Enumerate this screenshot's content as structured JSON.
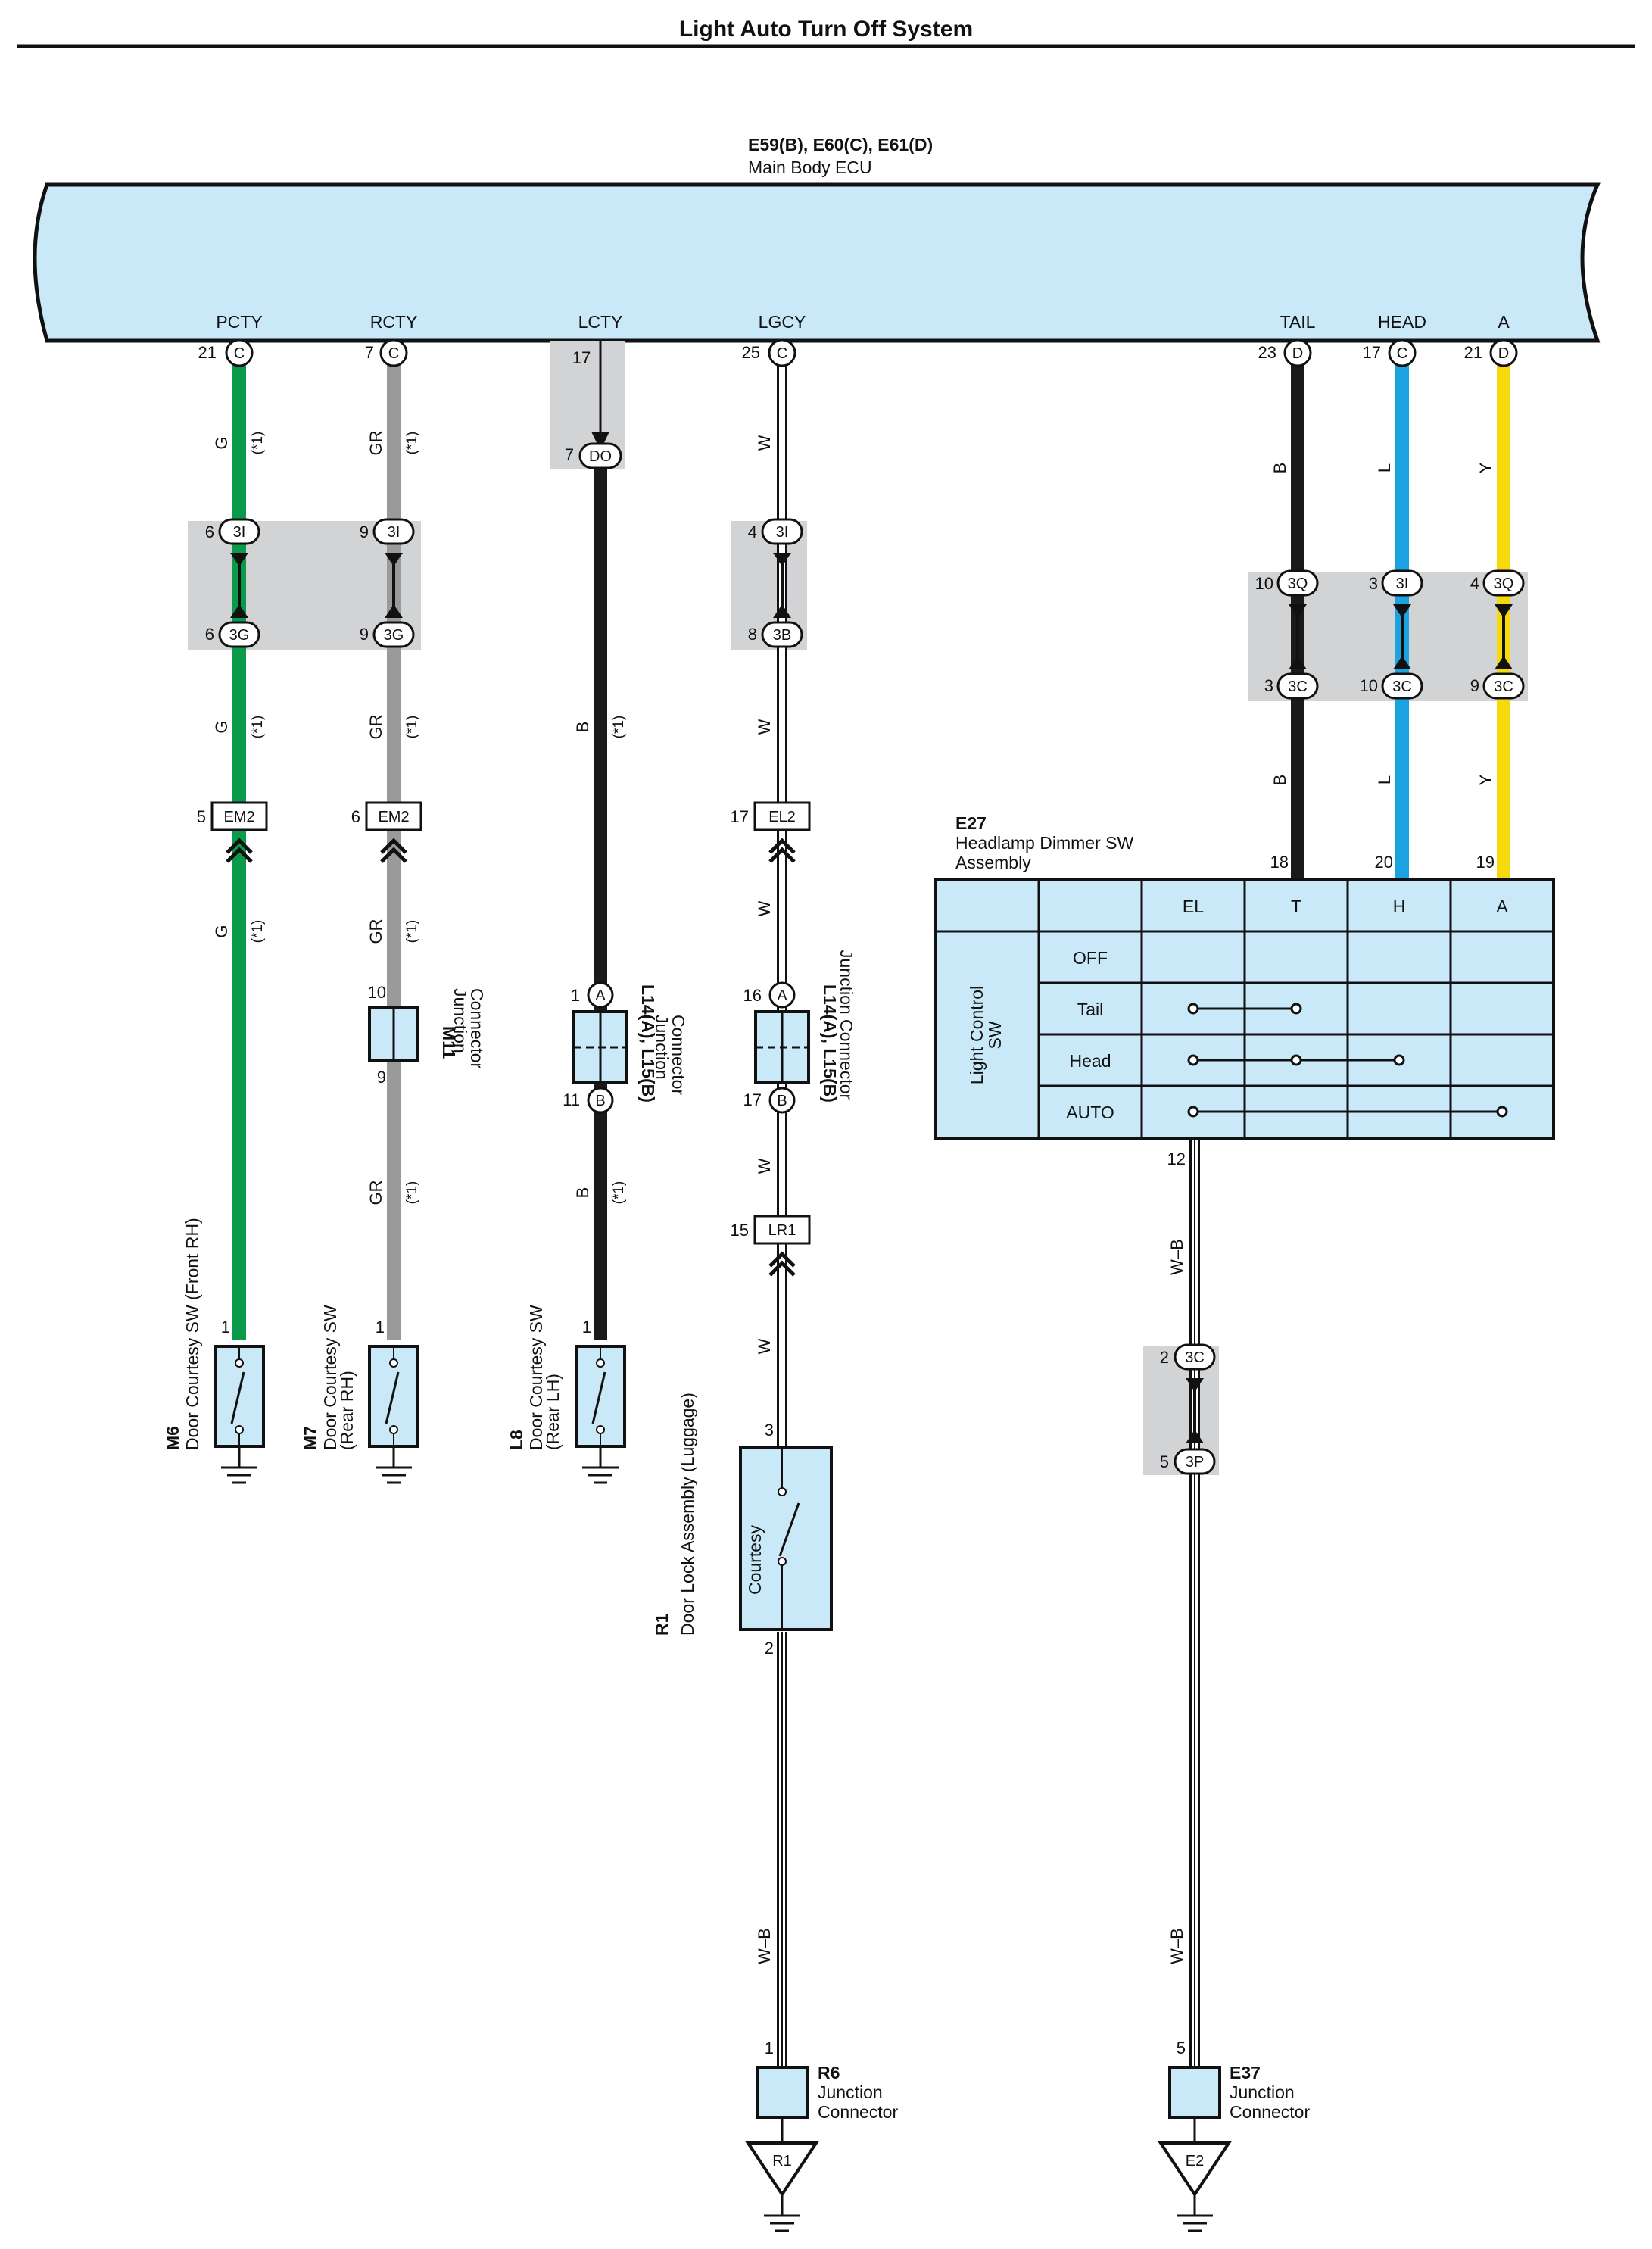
{
  "title": "Light Auto Turn Off System",
  "ecu": {
    "code": "E59(B), E60(C), E61(D)",
    "name": "Main Body ECU",
    "terminals": [
      {
        "name": "PCTY",
        "pin": "21",
        "conn": "C"
      },
      {
        "name": "RCTY",
        "pin": "7",
        "conn": "C"
      },
      {
        "name": "LCTY",
        "pin": "17",
        "conn": ""
      },
      {
        "name": "LGCY",
        "pin": "25",
        "conn": "C"
      },
      {
        "name": "TAIL",
        "pin": "23",
        "conn": "D"
      },
      {
        "name": "HEAD",
        "pin": "17",
        "conn": "C"
      },
      {
        "name": "A",
        "pin": "21",
        "conn": "D"
      }
    ]
  },
  "note": "(*1)",
  "colors": {
    "G": "#0a9a4a",
    "GR": "#9a9a9a",
    "B": "#1a1a1a",
    "W": "#ffffff",
    "L": "#1aa3e0",
    "Y": "#f5d90a",
    "fill": "#c9e8f8",
    "shade": "#d2d3d5"
  },
  "lcty_conn": {
    "pin": "7",
    "code": "DO"
  },
  "wire_colors": {
    "g": "G",
    "gr": "GR",
    "b": "B",
    "w": "W",
    "l": "L",
    "y": "Y",
    "wb": "W–B"
  },
  "jc1": {
    "p1": "6",
    "p2": "9",
    "p3": "4",
    "c1": "3I",
    "p4": "6",
    "p5": "9",
    "p6": "8",
    "c2": "3G",
    "c3": "3B"
  },
  "jc2": {
    "p1": "10",
    "c1": "3Q",
    "p2": "3",
    "c2": "3I",
    "p3": "4",
    "c3": "3Q",
    "p4": "3",
    "c4": "3C",
    "p5": "10",
    "c5": "3C",
    "p6": "9",
    "c6": "3C"
  },
  "em": {
    "p1": "5",
    "c1": "EM2",
    "p2": "6",
    "c2": "EM2",
    "p3": "17",
    "c3": "EL2",
    "p4": "15",
    "c4": "LR1"
  },
  "m11": {
    "code": "M11",
    "name": "Junction",
    "name2": "Connector",
    "pin_top": "10",
    "pin_bot": "9"
  },
  "l14a": {
    "code": "L14(A), L15(B)",
    "name": "Junction",
    "name2": "Connector",
    "pin_top": "1",
    "conn_top": "A",
    "pin_bot": "11",
    "conn_bot": "B"
  },
  "l14b": {
    "code": "L14(A), L15(B)",
    "name": "Junction Connector",
    "pin_top": "16",
    "conn_top": "A",
    "pin_bot": "17",
    "conn_bot": "B"
  },
  "switches": {
    "m6": {
      "code": "M6",
      "name": "Door Courtesy SW (Front RH)",
      "pin": "1"
    },
    "m7": {
      "code": "M7",
      "name": "Door Courtesy SW",
      "name2": "(Rear RH)",
      "pin": "1"
    },
    "l8": {
      "code": "L8",
      "name": "Door Courtesy SW",
      "name2": "(Rear LH)",
      "pin": "1"
    }
  },
  "r1": {
    "code": "R1",
    "name": "Door Lock Assembly (Luggage)",
    "inner": "Courtesy",
    "pin_top": "3",
    "pin_bot": "2"
  },
  "e27": {
    "code": "E27",
    "name": "Headlamp Dimmer SW",
    "name2": "Assembly",
    "pins": [
      "18",
      "20",
      "19"
    ],
    "cols": [
      "EL",
      "T",
      "H",
      "A"
    ],
    "rows": [
      "OFF",
      "Tail",
      "Head",
      "AUTO"
    ],
    "group": "Light Control",
    "group2": "SW",
    "out_pin": "12"
  },
  "jc3": {
    "p1": "2",
    "c1": "3C",
    "p2": "5",
    "c2": "3P"
  },
  "r6": {
    "code": "R6",
    "name": "Junction",
    "name2": "Connector",
    "pin": "1",
    "ground": "R1"
  },
  "e37": {
    "code": "E37",
    "name": "Junction",
    "name2": "Connector",
    "pin": "5",
    "ground": "E2"
  }
}
